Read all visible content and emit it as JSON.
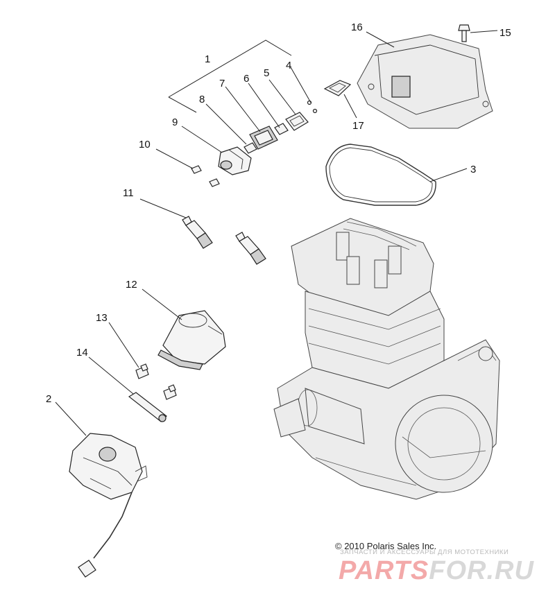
{
  "callouts": {
    "c1": "1",
    "c2": "2",
    "c3": "3",
    "c4": "4",
    "c5": "5",
    "c6": "6",
    "c7": "7",
    "c8": "8",
    "c9": "9",
    "c10": "10",
    "c11": "11",
    "c12": "12",
    "c13": "13",
    "c14": "14",
    "c15": "15",
    "c16": "16",
    "c17": "17"
  },
  "copyright": "© 2010 Polaris Sales Inc.",
  "watermark": {
    "tagline": "ЗАПЧАСТИ И АКСЕССУАРЫ ДЛЯ МОТОТЕХНИКИ",
    "logo_part1": "PARTS",
    "logo_part2": "FOR.RU"
  },
  "colors": {
    "line": "#222222",
    "watermark_red": "#f3a9a9",
    "watermark_gray": "#d8d8d8"
  }
}
